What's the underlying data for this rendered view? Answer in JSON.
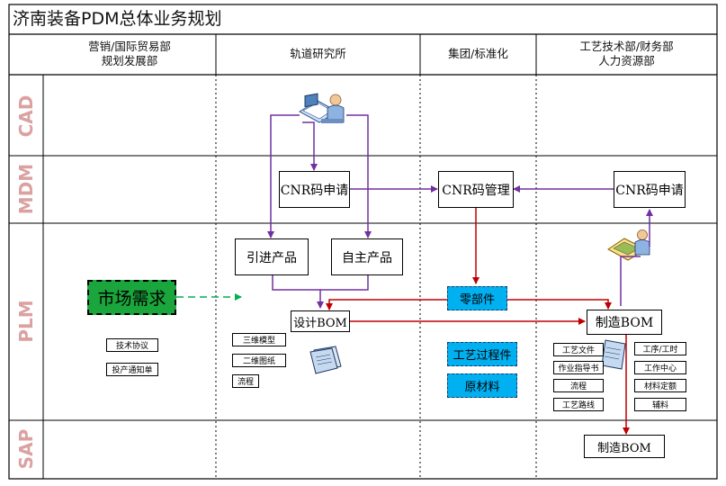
{
  "title": "济南装备PDM总体业务规划",
  "columns": [
    {
      "line1": "营销/国际贸易部",
      "line2": "规划发展部"
    },
    {
      "line1": "轨道研究所",
      "line2": ""
    },
    {
      "line1": "集团/标准化",
      "line2": ""
    },
    {
      "line1": "工艺技术部/财务部",
      "line2": "人力资源部"
    }
  ],
  "rows": [
    "CAD",
    "MDM",
    "PLM",
    "SAP"
  ],
  "nodes": {
    "cnr_apply_1": "CNR码申请",
    "cnr_manage": "CNR码管理",
    "cnr_apply_2": "CNR码申请",
    "imported_product": "引进产品",
    "own_product": "自主产品",
    "market_demand": "市场需求",
    "parts": "零部件",
    "design_bom": "设计BOM",
    "mfg_bom": "制造BOM",
    "process_doc": "工艺过程件",
    "raw_material": "原材料",
    "sap_mfg_bom": "制造BOM"
  },
  "marketing_items": [
    "技术协议",
    "投产通知单"
  ],
  "design_items": [
    "三维模型",
    "二维图纸",
    "流程"
  ],
  "process_left": [
    "工艺文件",
    "作业指导书",
    "流程",
    "工艺路线"
  ],
  "process_right": [
    "工序/工时",
    "工作中心",
    "材料定额",
    "辅料"
  ],
  "icons": [
    "engineer-workstation-icon",
    "document-icon"
  ],
  "colors": {
    "purple": "#7030a0",
    "red": "#c00000",
    "green": "#00b050",
    "cyan": "#00b0f0",
    "lane": "#dba1a1"
  }
}
